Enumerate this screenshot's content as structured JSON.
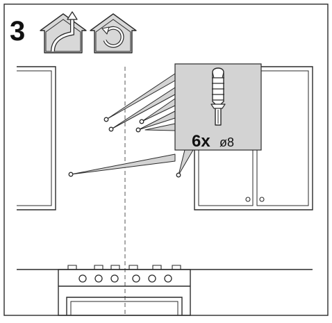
{
  "step": {
    "number": "3"
  },
  "icons": {
    "ducted_mode": {
      "name": "ducted-extraction-icon"
    },
    "recirculation_mode": {
      "name": "recirculation-icon"
    }
  },
  "callout": {
    "quantity": "6x",
    "diameter": "ø8",
    "item_icon": "wall-plug-icon"
  },
  "colors": {
    "line": "#2a2a2a",
    "panel_fill": "#d3d3d3",
    "icon_fill": "#d8d8d8",
    "background": "#ffffff"
  }
}
